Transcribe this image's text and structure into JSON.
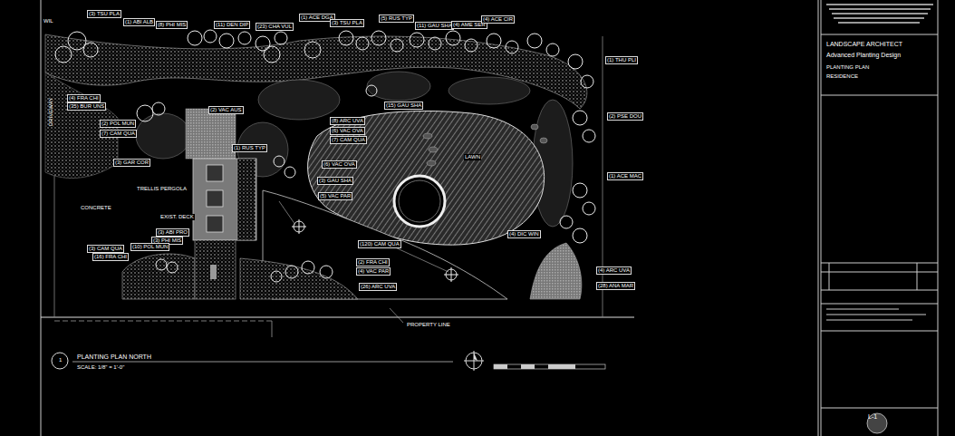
{
  "diagram": {
    "nodes": [
      {
        "text": [
          "LANDSCAPE ARCHITECT",
          "Advanced Planting Design",
          "PLANTING PLAN",
          "RESIDENCE",
          "L-1"
        ]
      }
    ],
    "labels": [
      "WIL",
      "(3) TSU PLA",
      "(1) ABI ALB",
      "(8) PHI MIS",
      "(11) DEN DIP",
      "(23) CHA VUL",
      "(1) ACE DGA",
      "(3) TSU PLA",
      "(5) RUS TYP",
      "(11) GAU SHA",
      "(4) AME SER",
      "(4) ACE CIR",
      "(1) THU PLI",
      "(2) PSE DOU",
      "(1) ACE MAC",
      "(4) ARC UVA",
      "(28) ANA MAR",
      "(4) FRA CHI",
      "(35) BUR UNS",
      "(2) POL MUN",
      "(7) CAM QUA",
      "(3) GAR COR",
      "(3) ABI PRO",
      "(3) PHI MIS",
      "(10) POL MUN",
      "(3) CAM QUA",
      "(16) FRA CHI",
      "(2) VAC AUS",
      "(1) RUS TYP",
      "(15) GAU SHA",
      "(8) ARC UVA",
      "(6) VAC OVA",
      "(7) CAM QUA",
      "(6) VAC OVA",
      "(3) GAU SHA",
      "(5) VAC PAR",
      "(4) DIC WIN",
      "(120) CAM QUA",
      "(2) FRA CHI",
      "(4) VAC PAR",
      "(26) ARC UVA",
      "TRELLIS PERGOLA",
      "CONCRETE",
      "EXIST. DECK",
      "LAWN",
      "PROPERTY LINE",
      "PLANTING PLAN NORTH",
      "SCALE: 1/8\" = 1'-0\"",
      "1",
      "DRIVEWAY"
    ]
  }
}
